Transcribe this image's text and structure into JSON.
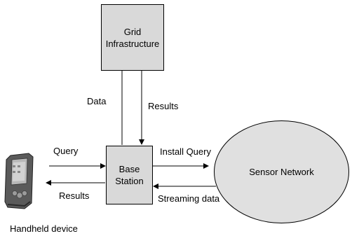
{
  "nodes": {
    "grid": {
      "line1": "Grid",
      "line2": "Infrastructure"
    },
    "base": {
      "line1": "Base",
      "line2": "Station"
    },
    "sensor": {
      "label": "Sensor Network"
    },
    "handheld": {
      "label": "Handheld device"
    }
  },
  "edges": {
    "base_to_grid": "Data",
    "grid_to_base": "Results",
    "device_to_base": "Query",
    "base_to_device": "Results",
    "base_to_sensor": "Install Query",
    "sensor_to_base": "Streaming data"
  },
  "colors": {
    "box_fill": "#d9d9d9",
    "ellipse_fill": "#e0e0e0",
    "stroke": "#000000"
  }
}
